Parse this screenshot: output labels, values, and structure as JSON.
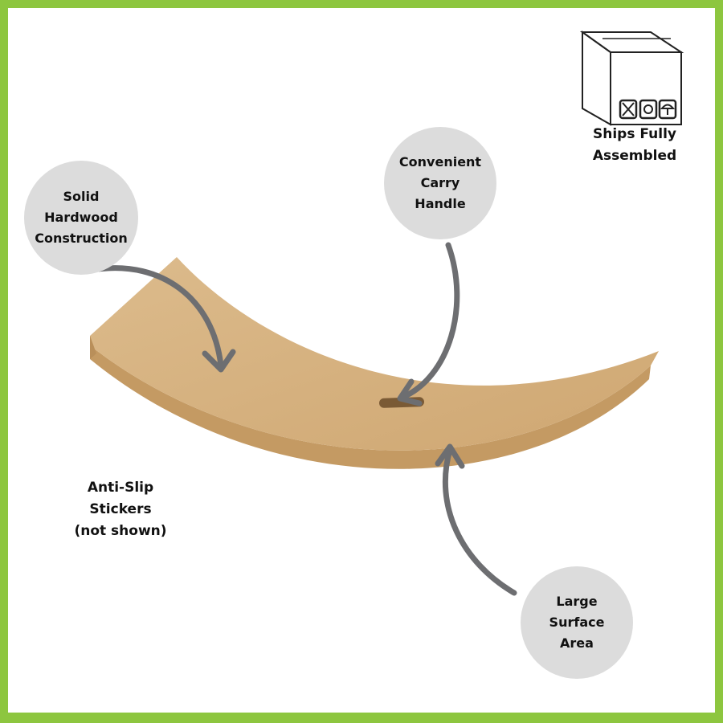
{
  "colors": {
    "border": "#8dc63f",
    "bubble": "#dcdcdc",
    "arrow": "#6d6e71",
    "wood": "#d9b585"
  },
  "callouts": {
    "hardwood": "Solid\nHardwood\nConstruction",
    "handle": "Convenient\nCarry\nHandle",
    "surface": "Large\nSurface\nArea",
    "stickers": "Anti-Slip\nStickers\n(not shown)",
    "ships": "Ships Fully\nAssembled"
  },
  "icons": [
    "box-icon",
    "fragile-icon",
    "recycle-icon",
    "keep-dry-icon"
  ]
}
